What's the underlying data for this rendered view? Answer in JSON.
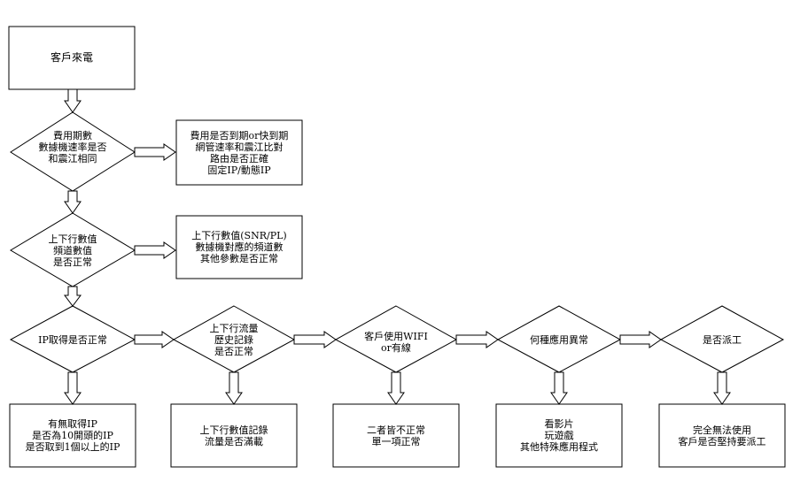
{
  "diagram": {
    "start": {
      "text": "客戶來電"
    },
    "decisions": {
      "d1": {
        "text": "費用期數\n數據機速率是否\n和震江相同"
      },
      "d2": {
        "text": "上下行數值\n頻道數值\n是否正常"
      },
      "d3": {
        "text": "IP取得是否正常"
      },
      "d4": {
        "text": "上下行流量\n歷史記錄\n是否正常"
      },
      "d5": {
        "text": "客戶使用WIFI\nor有線"
      },
      "d6": {
        "text": "何種應用異常"
      },
      "d7": {
        "text": "是否派工"
      }
    },
    "notes": {
      "n1": {
        "text": "費用是否到期or快到期\n網管速率和震江比對\n路由是否正確\n固定IP/動態IP"
      },
      "n2": {
        "text": "上下行數值(SNR/PL)\n數據機對應的頻道數\n其他參數是否正常"
      },
      "n3": {
        "text": "有無取得IP\n是否為10開頭的IP\n是否取到1個以上的IP"
      },
      "n4": {
        "text": "上下行數值記錄\n流量是否滿載"
      },
      "n5": {
        "text": "二者皆不正常\n單一項正常"
      },
      "n6": {
        "text": "看影片\n玩遊戲\n其他特殊應用程式"
      },
      "n7": {
        "text": "完全無法使用\n客戶是否堅持要派工"
      }
    },
    "colors": {
      "stroke": "#000000",
      "fill": "#ffffff"
    }
  }
}
